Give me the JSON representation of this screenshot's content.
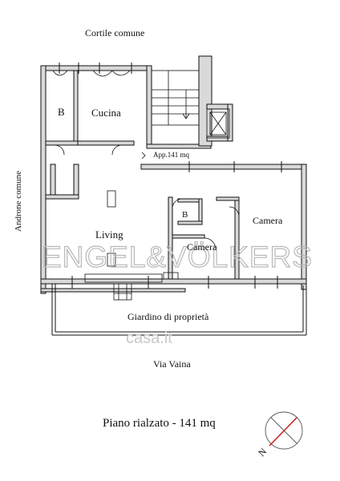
{
  "labels": {
    "courtyard": "Cortile comune",
    "hallway": "Androne comune",
    "bath_1": "B",
    "kitchen": "Cucina",
    "apartment": "App.141 mq",
    "living": "Living",
    "bath_2": "B",
    "bedroom_1": "Camera",
    "bedroom_2": "Camera",
    "garden": "Giardino di proprietà",
    "street": "Via Vaina",
    "floor_caption": "Piano rialzato - 141 mq"
  },
  "watermark": {
    "brand": "ENGEL&VÖLKERS",
    "site": "casa.it"
  },
  "compass": {
    "north_label": "N",
    "needle_color": "#cc2222"
  },
  "colors": {
    "wall_fill": "#d9d9d9",
    "line": "#111111"
  }
}
